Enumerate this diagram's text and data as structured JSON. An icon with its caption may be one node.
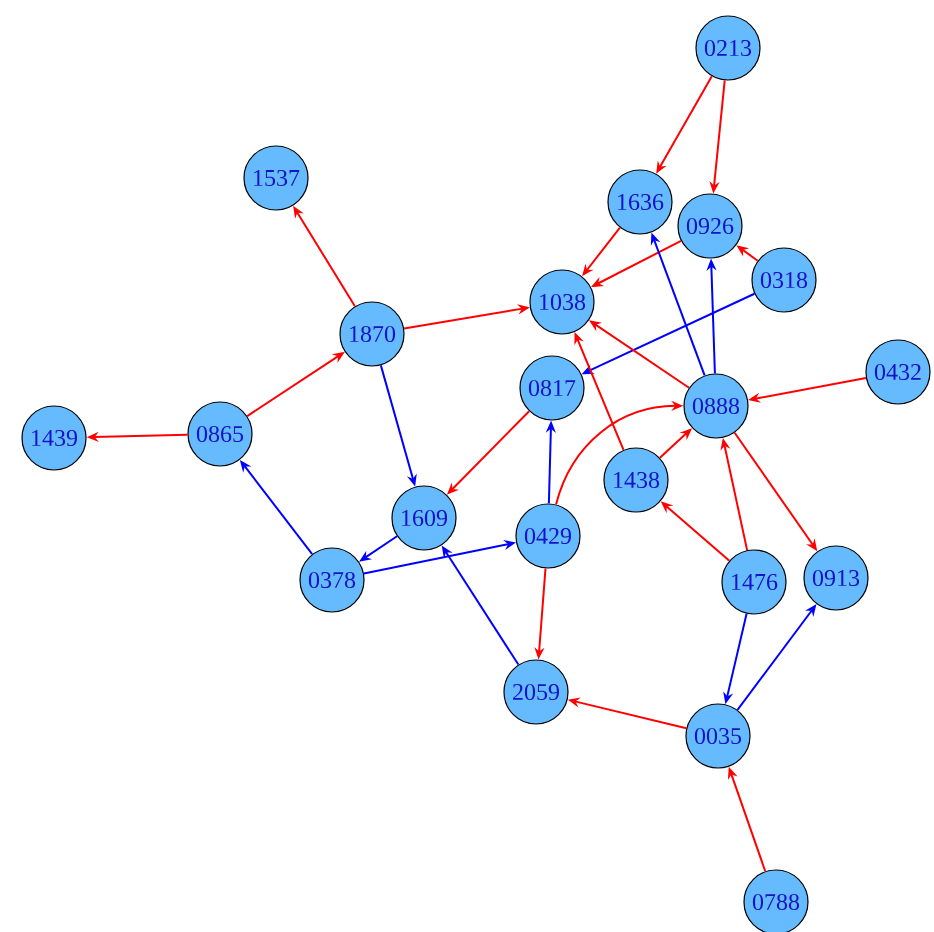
{
  "diagram": {
    "nodes": [
      {
        "text": [
          "0213"
        ]
      },
      {
        "text": [
          "1537"
        ]
      },
      {
        "text": [
          "1636"
        ]
      },
      {
        "text": [
          "0926"
        ]
      },
      {
        "text": [
          "0318"
        ]
      },
      {
        "text": [
          "1038"
        ]
      },
      {
        "text": [
          "1870"
        ]
      },
      {
        "text": [
          "0432"
        ]
      },
      {
        "text": [
          "0817"
        ]
      },
      {
        "text": [
          "0888"
        ]
      },
      {
        "text": [
          "1439"
        ]
      },
      {
        "text": [
          "0865"
        ]
      },
      {
        "text": [
          "1438"
        ]
      },
      {
        "text": [
          "1609"
        ]
      },
      {
        "text": [
          "0429"
        ]
      },
      {
        "text": [
          "1476"
        ]
      },
      {
        "text": [
          "0913"
        ]
      },
      {
        "text": [
          "0378"
        ]
      },
      {
        "text": [
          "2059"
        ]
      },
      {
        "text": [
          "0035"
        ]
      },
      {
        "text": [
          "0788"
        ]
      }
    ],
    "edges": [
      {
        "from": 0,
        "to": 2,
        "arrow": "to"
      },
      {
        "from": 0,
        "to": 3,
        "arrow": "to"
      },
      {
        "from": 2,
        "to": 5,
        "arrow": "to"
      },
      {
        "from": 3,
        "to": 5,
        "arrow": "to"
      },
      {
        "from": 4,
        "to": 3,
        "arrow": "to"
      },
      {
        "from": 4,
        "to": 8,
        "arrow": "to",
        "color": "#0000ff"
      },
      {
        "from": 9,
        "to": 2,
        "arrow": "to",
        "color": "#0000ff"
      },
      {
        "from": 9,
        "to": 3,
        "arrow": "to",
        "color": "#0000ff"
      },
      {
        "from": 9,
        "to": 5,
        "arrow": "to"
      },
      {
        "from": 6,
        "to": 5,
        "arrow": "to"
      },
      {
        "from": 6,
        "to": 1,
        "arrow": "to"
      },
      {
        "from": 11,
        "to": 6,
        "arrow": "to"
      },
      {
        "from": 11,
        "to": 10,
        "arrow": "to"
      },
      {
        "from": 6,
        "to": 13,
        "arrow": "to",
        "color": "#0000ff"
      },
      {
        "from": 17,
        "to": 11,
        "arrow": "to",
        "color": "#0000ff"
      },
      {
        "from": 13,
        "to": 17,
        "arrow": "to",
        "color": "#0000ff"
      },
      {
        "from": 8,
        "to": 13,
        "arrow": "to"
      },
      {
        "from": 17,
        "to": 14,
        "arrow": "to",
        "color": "#0000ff"
      },
      {
        "from": 14,
        "to": 8,
        "arrow": "to",
        "color": "#0000ff"
      },
      {
        "from": 18,
        "to": 13,
        "arrow": "to",
        "color": "#0000ff"
      },
      {
        "from": 12,
        "to": 5,
        "arrow": "to"
      },
      {
        "from": 12,
        "to": 9,
        "arrow": "to"
      },
      {
        "from": 14,
        "to": 9,
        "arrow": "to"
      },
      {
        "from": 14,
        "to": 18,
        "arrow": "to"
      },
      {
        "from": 9,
        "to": 16,
        "arrow": "to"
      },
      {
        "from": 15,
        "to": 9,
        "arrow": "to"
      },
      {
        "from": 15,
        "to": 12,
        "arrow": "to"
      },
      {
        "from": 15,
        "to": 19,
        "arrow": "to",
        "color": "#0000ff"
      },
      {
        "from": 19,
        "to": 16,
        "arrow": "to",
        "color": "#0000ff"
      },
      {
        "from": 19,
        "to": 18,
        "arrow": "to"
      },
      {
        "from": 20,
        "to": 19,
        "arrow": "to"
      },
      {
        "from": 7,
        "to": 9,
        "arrow": "to"
      }
    ]
  }
}
